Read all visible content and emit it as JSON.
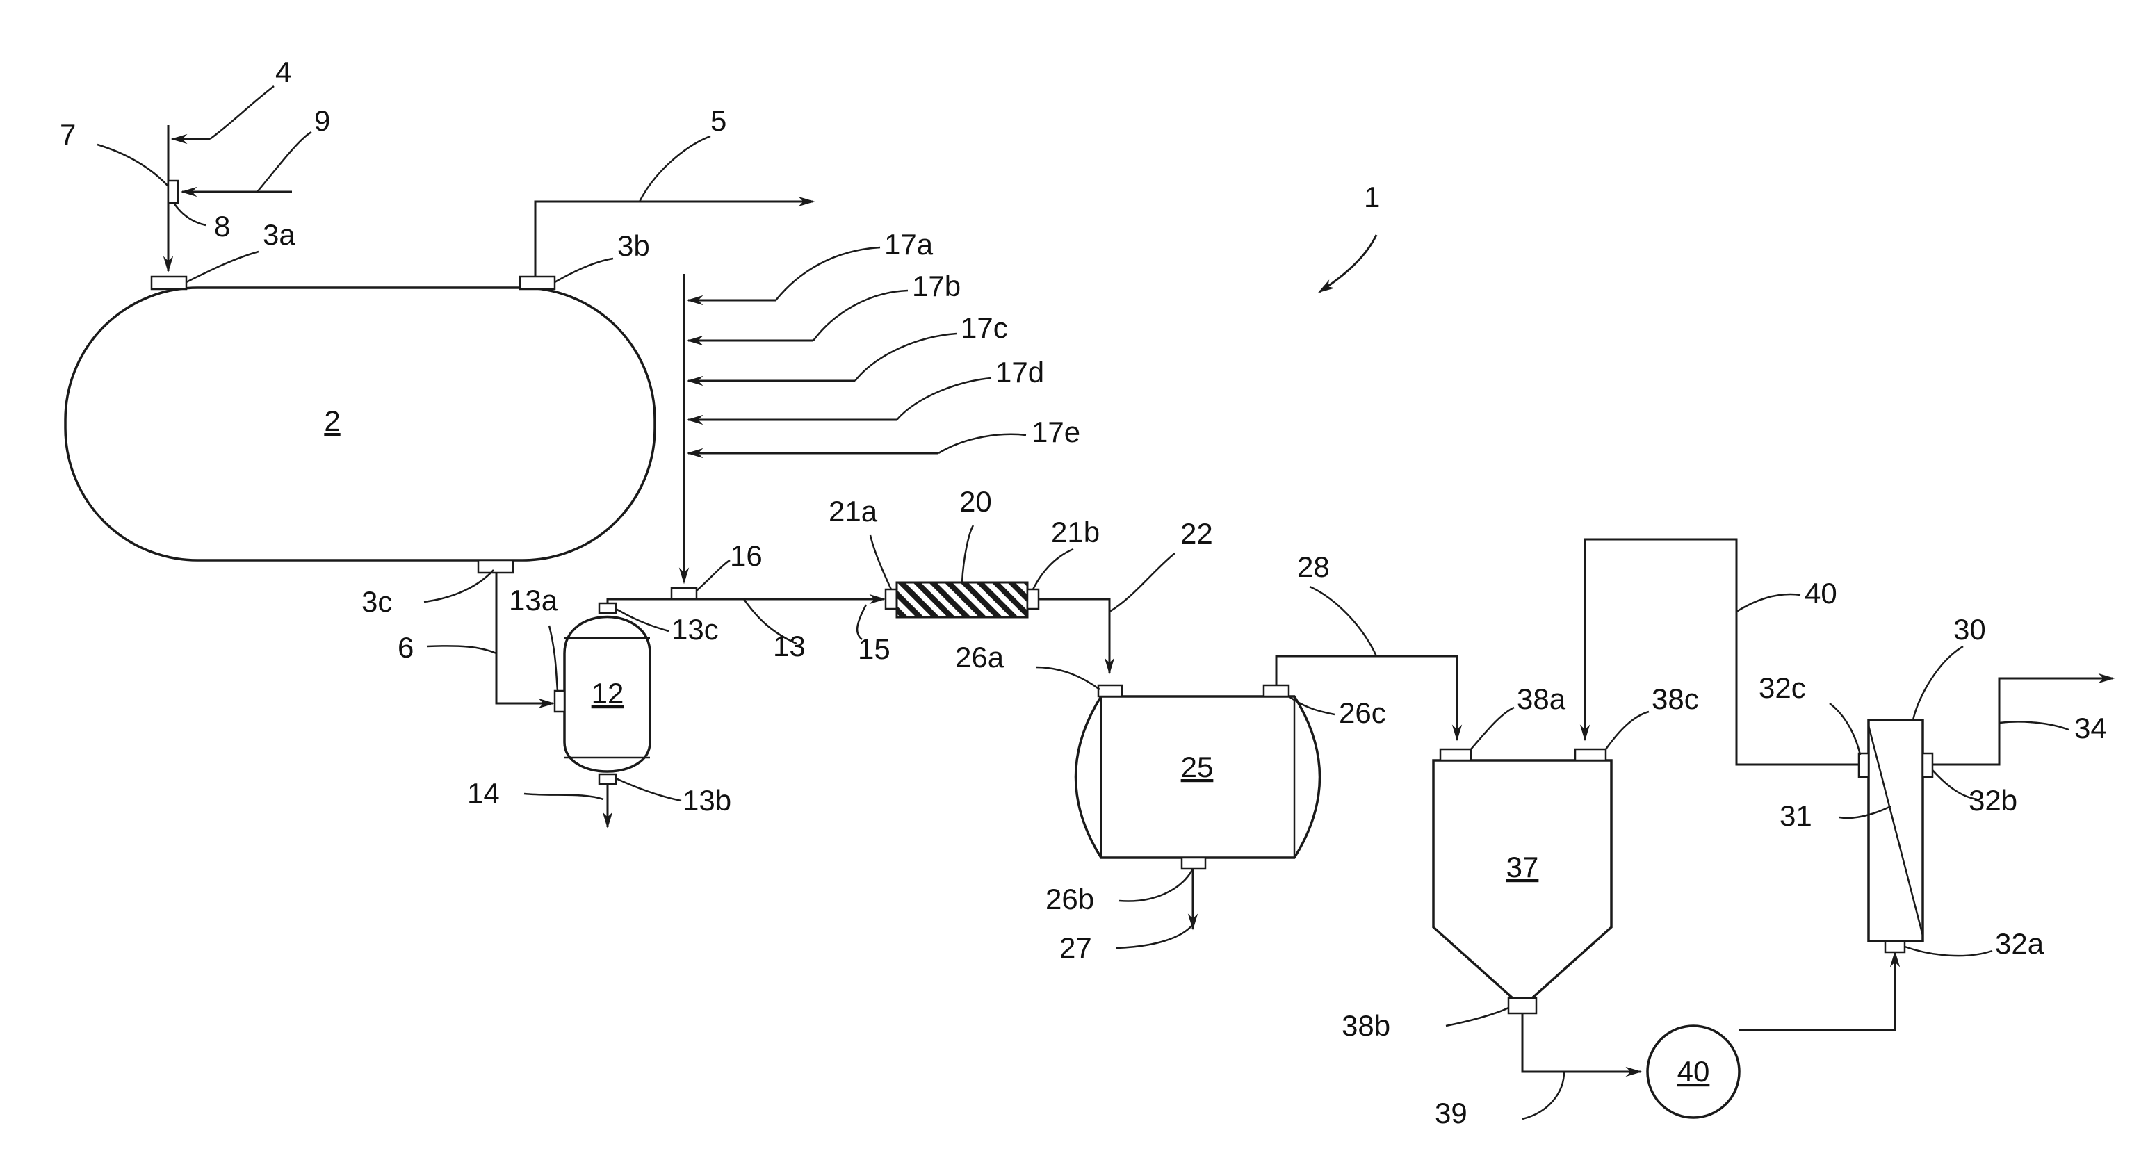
{
  "diagram": {
    "system": {
      "label": "1"
    },
    "vessels": {
      "main_tank": {
        "label": "2"
      },
      "separator": {
        "label": "12"
      },
      "filter": {
        "label": "20"
      },
      "second_tank": {
        "label": "25"
      },
      "hopper": {
        "label": "37"
      },
      "membrane_unit": {
        "label": "30"
      },
      "pump": {
        "label": "40"
      }
    },
    "nozzles": {
      "n3a": "3a",
      "n3b": "3b",
      "n3c": "3c",
      "n13a": "13a",
      "n13b": "13b",
      "n13c": "13c",
      "n16": "16",
      "n21a": "21a",
      "n21b": "21b",
      "n26a": "26a",
      "n26b": "26b",
      "n26c": "26c",
      "n38a": "38a",
      "n38b": "38b",
      "n38c": "38c",
      "n32a": "32a",
      "n32b": "32b",
      "n32c": "32c"
    },
    "streams": {
      "s4": "4",
      "s5": "5",
      "s6": "6",
      "s7": "7",
      "s8": "8",
      "s9": "9",
      "s13": "13",
      "s14": "14",
      "s15": "15",
      "s17a": "17a",
      "s17b": "17b",
      "s17c": "17c",
      "s17d": "17d",
      "s17e": "17e",
      "s22": "22",
      "s27": "27",
      "s28": "28",
      "s31": "31",
      "s34": "34",
      "s39": "39",
      "s40": "40"
    }
  }
}
